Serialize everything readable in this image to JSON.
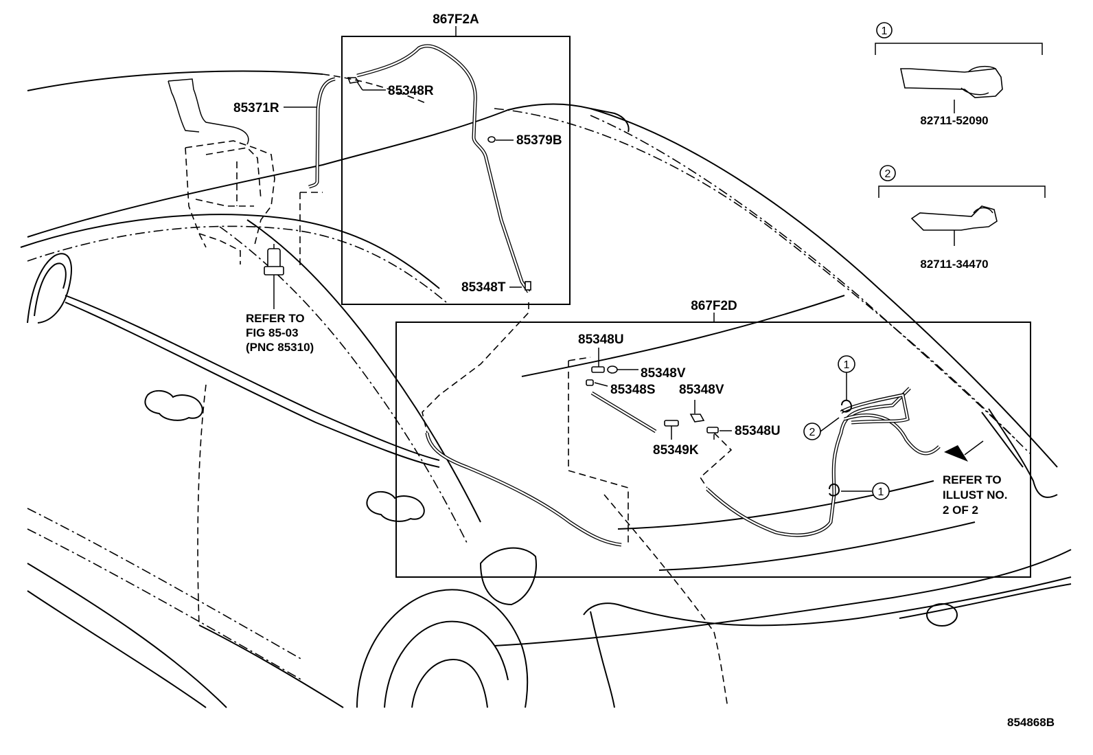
{
  "groups": {
    "upper": "867F2A",
    "lower": "867F2D"
  },
  "parts": {
    "p85348R": "85348R",
    "p85371R": "85371R",
    "p85379B": "85379B",
    "p85348T": "85348T",
    "p85348U_a": "85348U",
    "p85348V_a": "85348V",
    "p85348S": "85348S",
    "p85348V_b": "85348V",
    "p85348U_b": "85348U",
    "p85349K": "85349K"
  },
  "callouts": {
    "c1": "1",
    "c2": "2"
  },
  "legend": {
    "item1": {
      "marker": "1",
      "part": "82711-52090"
    },
    "item2": {
      "marker": "2",
      "part": "82711-34470"
    }
  },
  "refer_fig": {
    "line1": "REFER TO",
    "line2": "FIG 85-03",
    "line3": "(PNC 85310)"
  },
  "refer_illust": {
    "line1": "REFER TO",
    "line2": "ILLUST NO.",
    "line3": "2 OF 2"
  },
  "figure_id": "854868B"
}
